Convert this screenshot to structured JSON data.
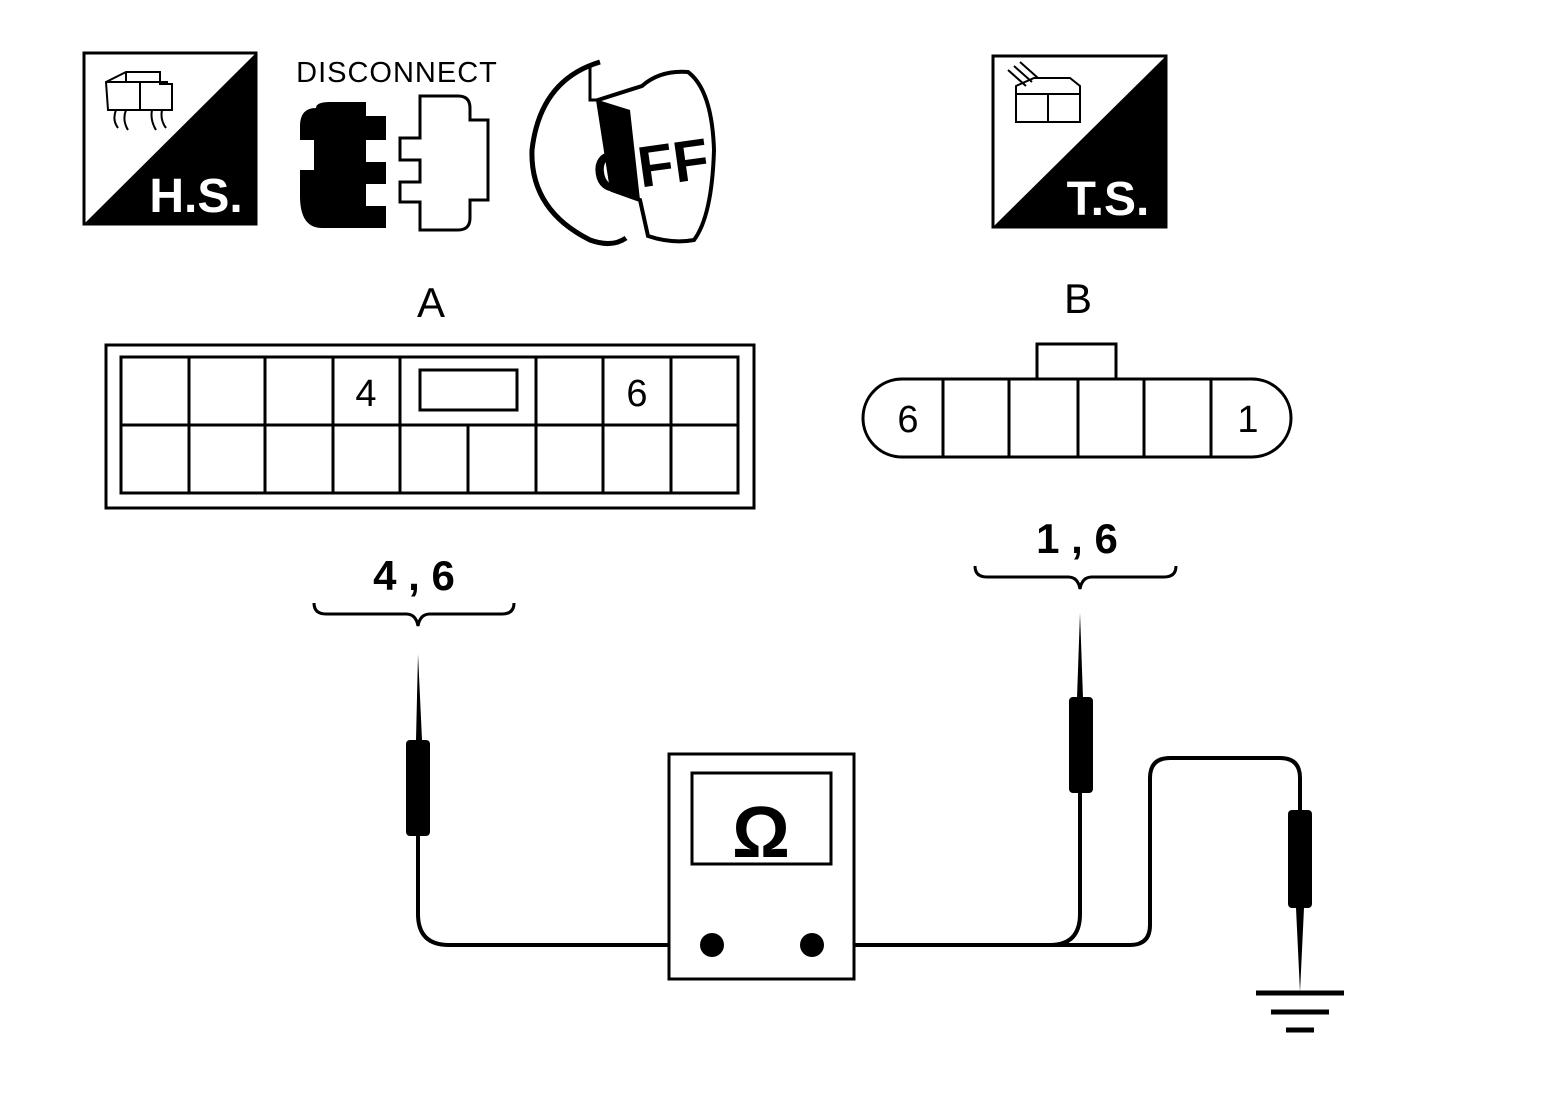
{
  "icons": {
    "harness_side_label": "H.S.",
    "disconnect_label": "DISCONNECT",
    "ignition_label": "OFF",
    "terminal_side_label": "T.S."
  },
  "connector_a": {
    "name": "A",
    "pin_labels": [
      "4",
      "6"
    ],
    "probe_pins": "4 , 6"
  },
  "connector_b": {
    "name": "B",
    "pin_labels": [
      "6",
      "1"
    ],
    "probe_pins": "1 , 6"
  },
  "meter": {
    "symbol": "Ω"
  },
  "colors": {
    "line": "#000000",
    "background": "#ffffff"
  }
}
